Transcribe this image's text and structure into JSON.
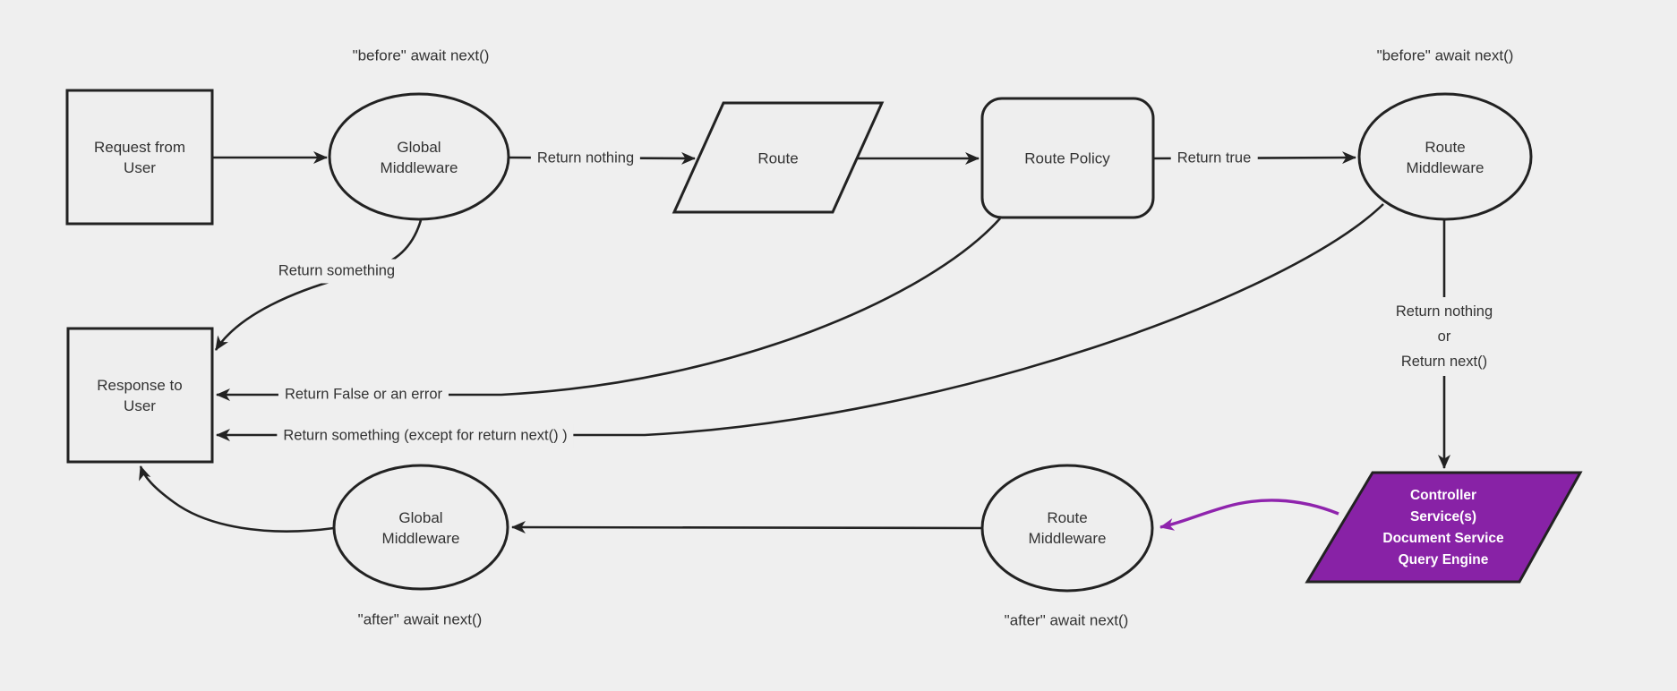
{
  "canvas": {
    "background": "#efefef",
    "node_fill": "#eeeeee",
    "node_stroke": "#222222",
    "text_color": "#333333",
    "controller_fill": "#8822a6",
    "purple_arrow": "#8f24ad"
  },
  "nodes": {
    "request": {
      "lines": [
        "Request from",
        "User"
      ]
    },
    "global_middleware_top": {
      "lines": [
        "Global",
        "Middleware"
      ]
    },
    "route": {
      "lines": [
        "Route"
      ]
    },
    "route_policy": {
      "lines": [
        "Route Policy"
      ]
    },
    "route_middleware_top": {
      "lines": [
        "Route",
        "Middleware"
      ]
    },
    "response": {
      "lines": [
        "Response to",
        "User"
      ]
    },
    "global_middleware_bottom": {
      "lines": [
        "Global",
        "Middleware"
      ]
    },
    "route_middleware_bottom": {
      "lines": [
        "Route",
        "Middleware"
      ]
    },
    "controller": {
      "lines": [
        "Controller",
        "Service(s)",
        "Document Service",
        "Query Engine"
      ]
    }
  },
  "annotations": {
    "before_global": "\"before\" await next()",
    "before_route": "\"before\" await next()",
    "after_global": "\"after\" await next()",
    "after_route": "\"after\" await next()"
  },
  "edge_labels": {
    "return_nothing": "Return nothing",
    "return_true": "Return true",
    "return_something": "Return something",
    "return_false": "Return False or an error",
    "return_something_except": "Return something (except for return next() )",
    "return_nothing_or": {
      "lines": [
        "Return nothing",
        "or",
        "Return next()"
      ]
    }
  }
}
